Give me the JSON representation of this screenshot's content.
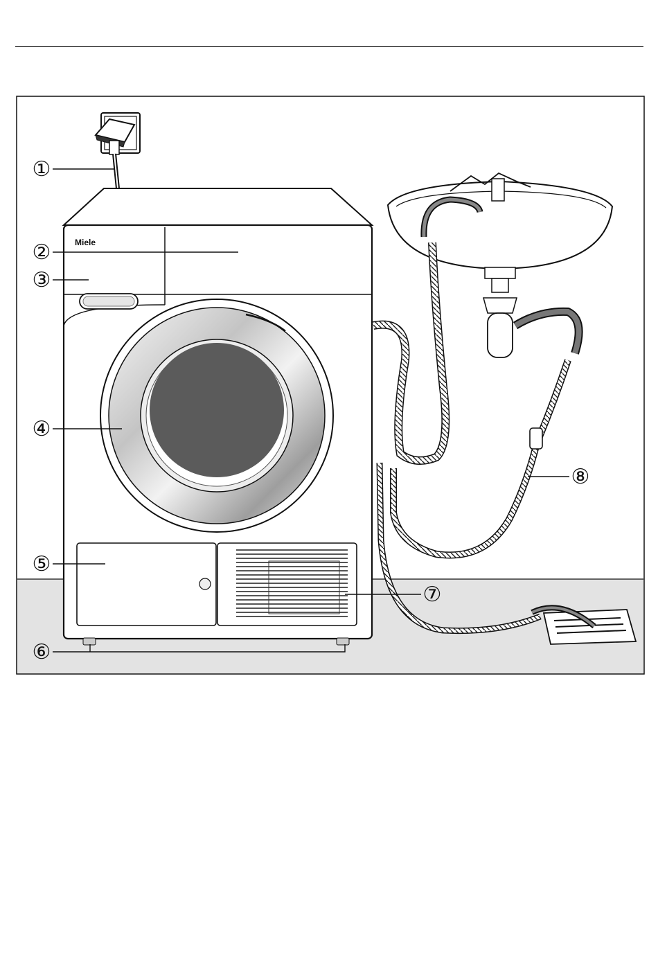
{
  "brand": "Miele",
  "callouts": [
    {
      "number": "1",
      "glyph": "①",
      "part": "power-cable"
    },
    {
      "number": "2",
      "glyph": "②",
      "part": "control-panel"
    },
    {
      "number": "3",
      "glyph": "③",
      "part": "condensed-water-container"
    },
    {
      "number": "4",
      "glyph": "④",
      "part": "door"
    },
    {
      "number": "5",
      "glyph": "⑤",
      "part": "heat-exchanger-access-panel"
    },
    {
      "number": "6",
      "glyph": "⑥",
      "part": "adjustable-feet"
    },
    {
      "number": "7",
      "glyph": "⑦",
      "part": "cooling-air-inlet"
    },
    {
      "number": "8",
      "glyph": "⑧",
      "part": "drain-hose"
    }
  ],
  "colors": {
    "line": "#1a1a1a",
    "floor": "#e3e3e3",
    "door_glass": "#5b5b5b",
    "chrome_light": "#f4f4f4",
    "chrome_dark": "#a8a8a8"
  }
}
